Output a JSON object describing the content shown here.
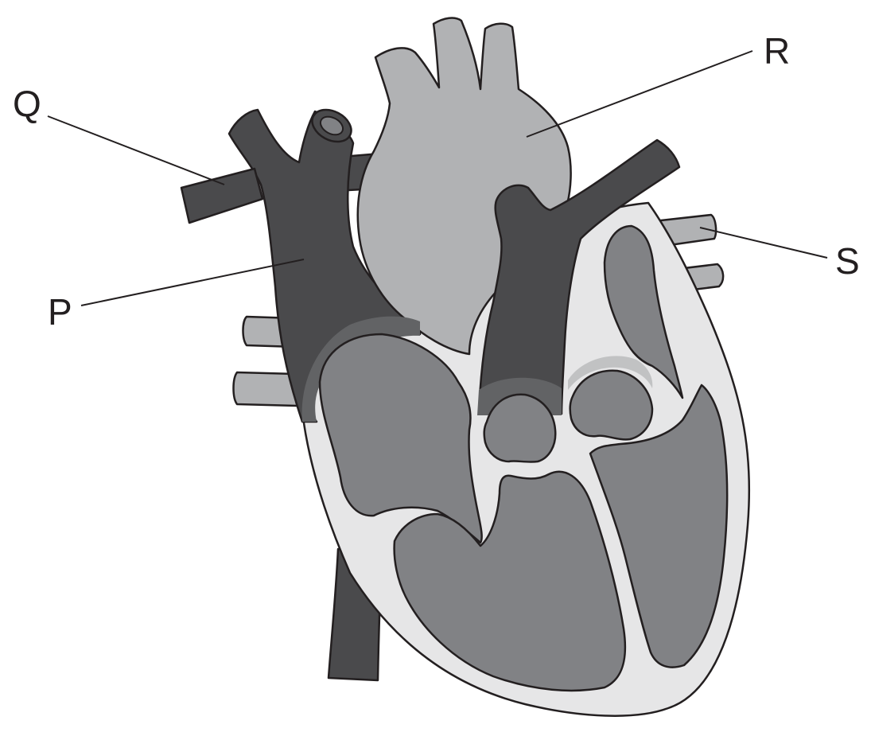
{
  "labels": {
    "p": "P",
    "q": "Q",
    "r": "R",
    "s": "S"
  },
  "colors": {
    "dark": "#4a4a4c",
    "mid": "#818285",
    "light": "#b1b2b4",
    "pale": "#e6e6e7",
    "outline": "#231f20",
    "background": "#ffffff"
  }
}
